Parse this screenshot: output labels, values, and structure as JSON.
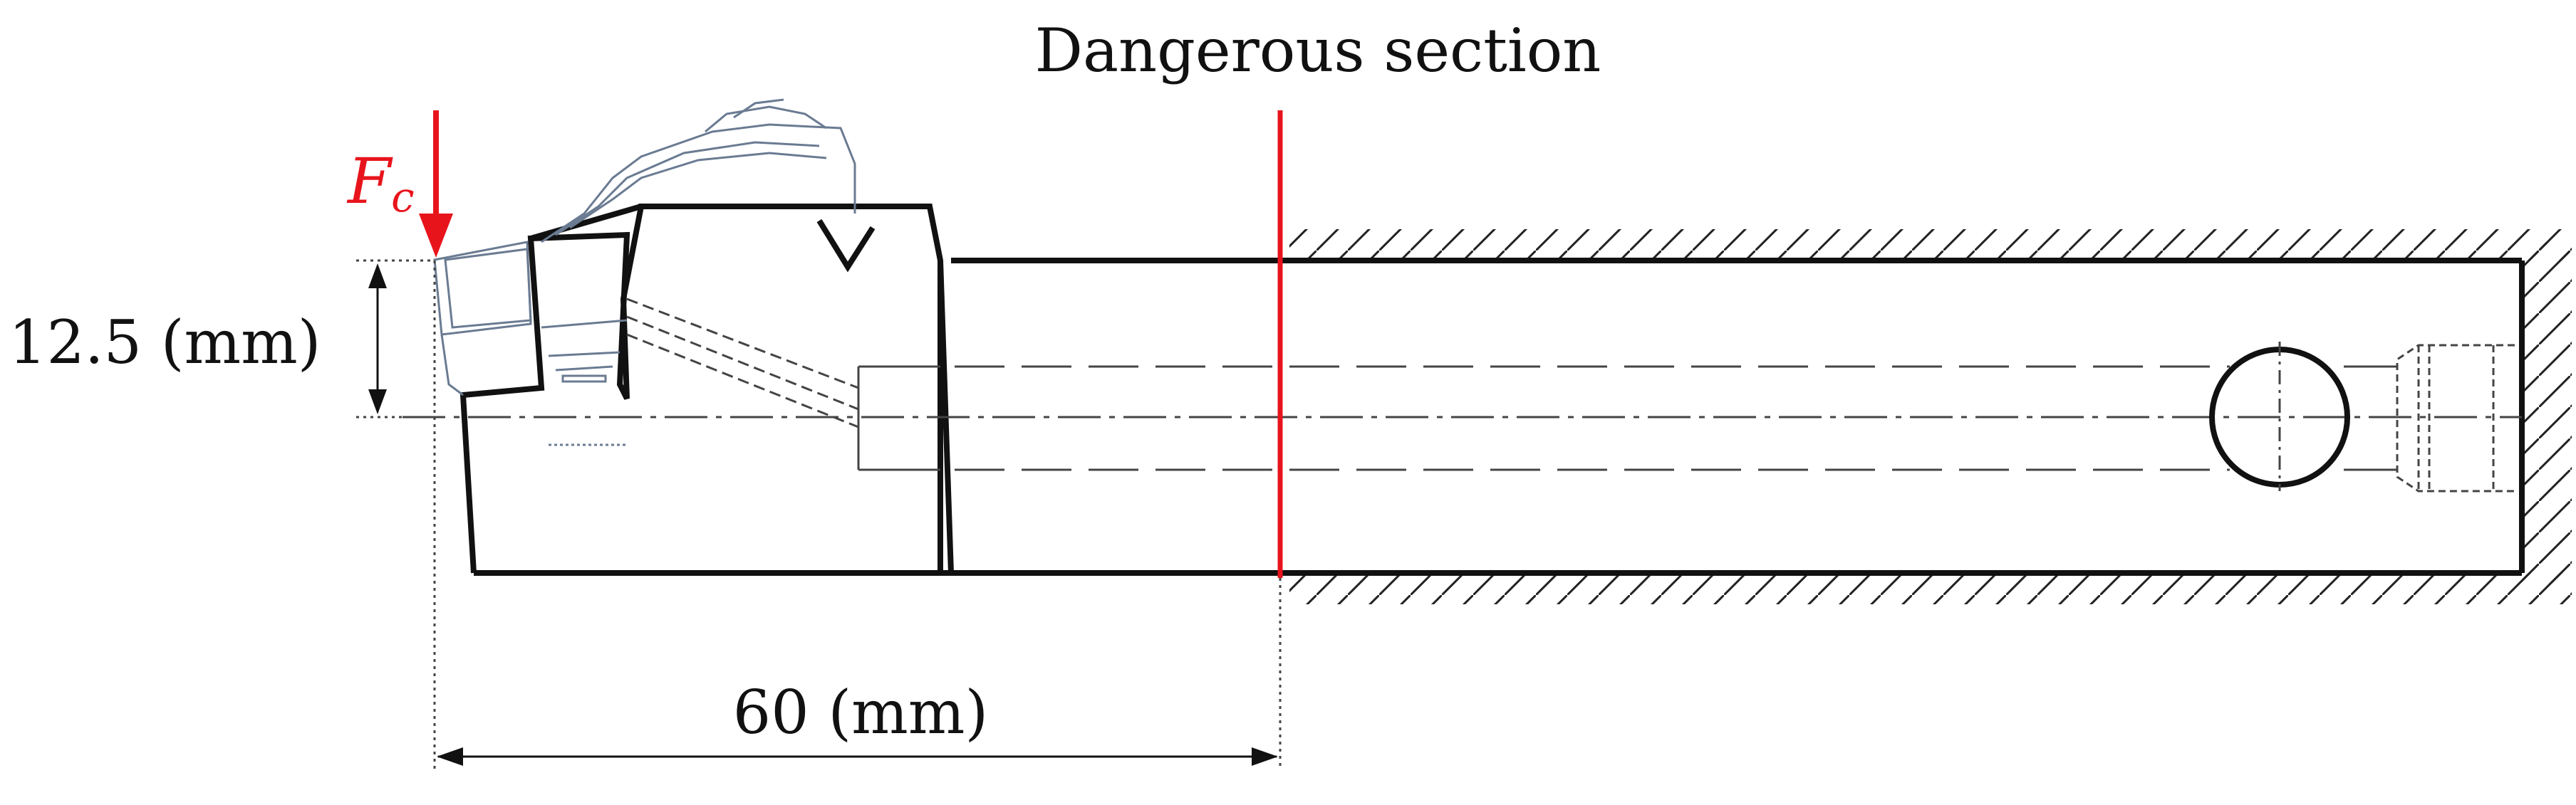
{
  "labels": {
    "title": "Dangerous section",
    "height_dim": "12.5 (mm)",
    "length_dim": "60 (mm)",
    "force_symbol": "F",
    "force_subscript": "c"
  },
  "colors": {
    "force": "#e8141b",
    "section": "#e8141b",
    "outline": "#111111",
    "insert": "#6a7b92",
    "hidden": "#444444"
  }
}
